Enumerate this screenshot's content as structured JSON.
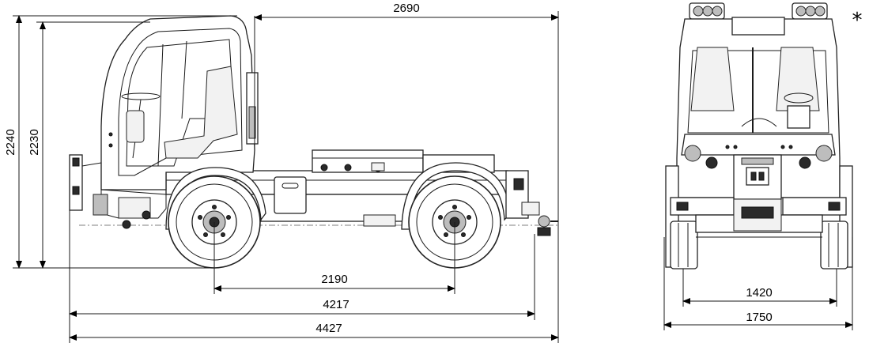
{
  "dimensions": {
    "overall_length_total": "4427",
    "overall_length_body": "4217",
    "wheelbase": "2190",
    "rear_length": "2690",
    "height_total": "2240",
    "height_cab": "2230",
    "track_width": "1420",
    "overall_width": "1750"
  },
  "note_marker": "*"
}
